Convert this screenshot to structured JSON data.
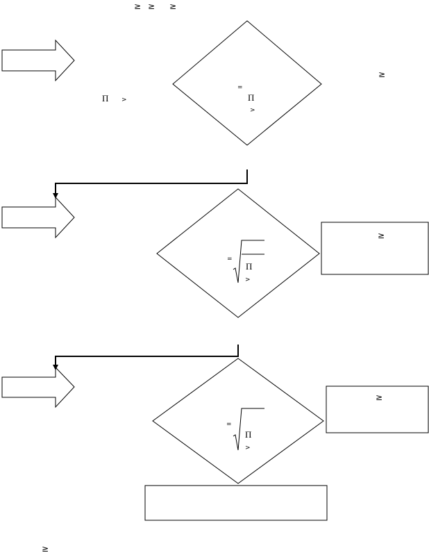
{
  "title_symbols": [
    "≥",
    "≥",
    "≥"
  ],
  "step1": {
    "left_label": [
      "Π",
      ">"
    ],
    "diamond_text": [
      "=",
      "Π",
      ">"
    ],
    "right_symbol": "≥"
  },
  "step2": {
    "diamond_text": [
      "=",
      "Π",
      ">"
    ],
    "box_symbol": "≥"
  },
  "step3": {
    "diamond_text": [
      "=",
      "Π",
      ">"
    ],
    "box_symbol": "≥"
  },
  "footer_symbol": "≥"
}
